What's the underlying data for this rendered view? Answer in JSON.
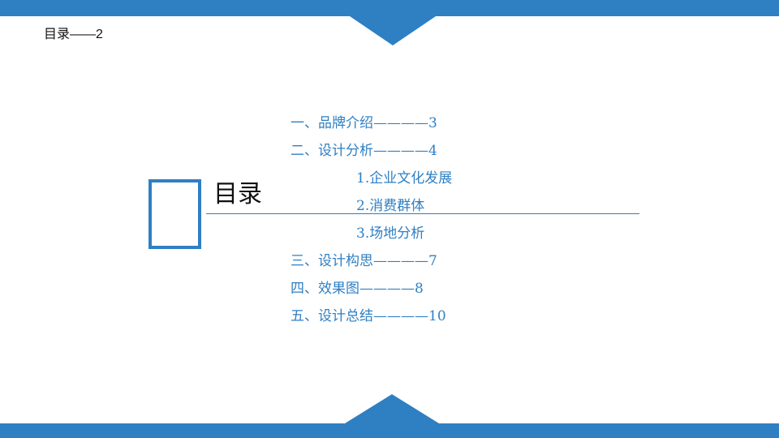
{
  "header": {
    "label": "目录——2"
  },
  "title": "目录",
  "toc": {
    "items": [
      "一、品牌介绍————3",
      "二、设计分析————4",
      "1.企业文化发展",
      "2.消费群体",
      "3.场地分析",
      "三、设计构思————7",
      "四、效果图————8",
      "五、设计总结————10"
    ]
  },
  "colors": {
    "accent": "#2f7fc3",
    "text": "#111111"
  }
}
